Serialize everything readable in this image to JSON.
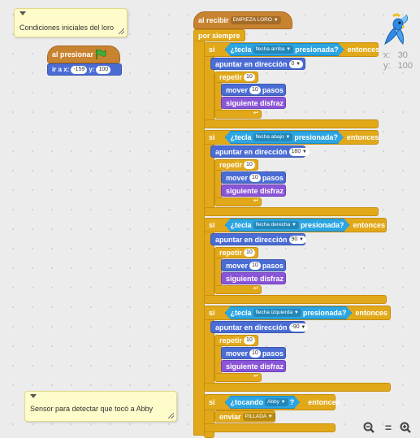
{
  "notes": {
    "top": "Condiciones iniciales del loro",
    "bottom": "Sensor para detectar que tocó a Abby"
  },
  "flag_script": {
    "hat": "al presionar",
    "goto_label": "ir a x:",
    "x": "-159",
    "y_label": "y:",
    "y": "100"
  },
  "main_script": {
    "hat": "al recibir",
    "message": "EMPIEZA LORO",
    "forever": "por siempre",
    "if_label": "si",
    "then_label": "entonces",
    "key_pressed_prefix": "¿tecla",
    "key_pressed_suffix": "presionada?",
    "point_label": "apuntar en dirección",
    "repeat_label": "repetir",
    "repeat_count": "10",
    "move_label": "mover",
    "move_steps": "10",
    "steps_label": "pasos",
    "next_costume": "siguiente disfraz",
    "branches": [
      {
        "key": "flecha arriba",
        "direction": "0"
      },
      {
        "key": "flecha abajo",
        "direction": "180"
      },
      {
        "key": "flecha derecha",
        "direction": "90"
      },
      {
        "key": "flecha izquierda",
        "direction": "-90"
      }
    ],
    "touching_label": "¿tocando",
    "touching_target": "Abby",
    "question_mark": "?",
    "broadcast_label": "enviar",
    "broadcast_message": "PILLADA"
  },
  "sprite": {
    "x_label": "x:",
    "x": "30",
    "y_label": "y:",
    "y": "100"
  },
  "zoom": {
    "out": "−",
    "reset": "=",
    "in": "+"
  }
}
